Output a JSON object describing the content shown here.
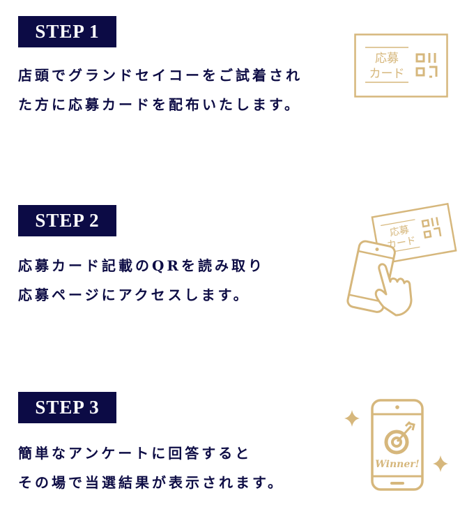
{
  "colors": {
    "navy": "#0c0b45",
    "gold": "#d6b77c"
  },
  "steps": [
    {
      "label": "STEP 1",
      "lines": [
        "店頭でグランドセイコーをご試着され",
        "た方に応募カードを配布いたします。"
      ],
      "icon": "entry-card-icon",
      "card_text": [
        "応募",
        "カード"
      ]
    },
    {
      "label": "STEP 2",
      "lines": [
        "応募カード記載のQRを読み取り",
        "応募ページにアクセスします。"
      ],
      "icon": "smartphone-scan-icon",
      "card_text": [
        "応募",
        "カード"
      ]
    },
    {
      "label": "STEP 3",
      "lines": [
        "簡単なアンケートに回答すると",
        "その場で当選結果が表示されます。"
      ],
      "icon": "smartphone-winner-icon",
      "winner_text": "Winner!"
    }
  ]
}
